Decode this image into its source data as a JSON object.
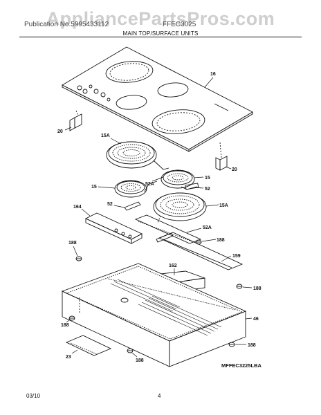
{
  "watermark": "AppliancePartsPros.com",
  "header": {
    "left_text": "Publication No.5995433112",
    "model_text": "FFEC3025"
  },
  "section_title": "MAIN TOP/SURFACE UNITS",
  "part_labels": {
    "p16": "16",
    "p20a": "20",
    "p20b": "20",
    "p15A_top": "15A",
    "p52A_top": "52A",
    "p15_right": "15",
    "p15_left": "15",
    "p52_right": "52",
    "p52_left": "52",
    "p15A_right": "15A",
    "p164": "164",
    "p52A_lower": "52A",
    "p188_left_top": "188",
    "p188_right_top": "188",
    "p159": "159",
    "p162": "162",
    "p188_right_mid": "188",
    "p188_left_low": "188",
    "p46": "46",
    "p188_right_low": "188",
    "p23": "23",
    "p188_bottom": "188"
  },
  "model_code": "MFFEC3225LBA",
  "footer": {
    "date": "03/10",
    "page": "4"
  }
}
